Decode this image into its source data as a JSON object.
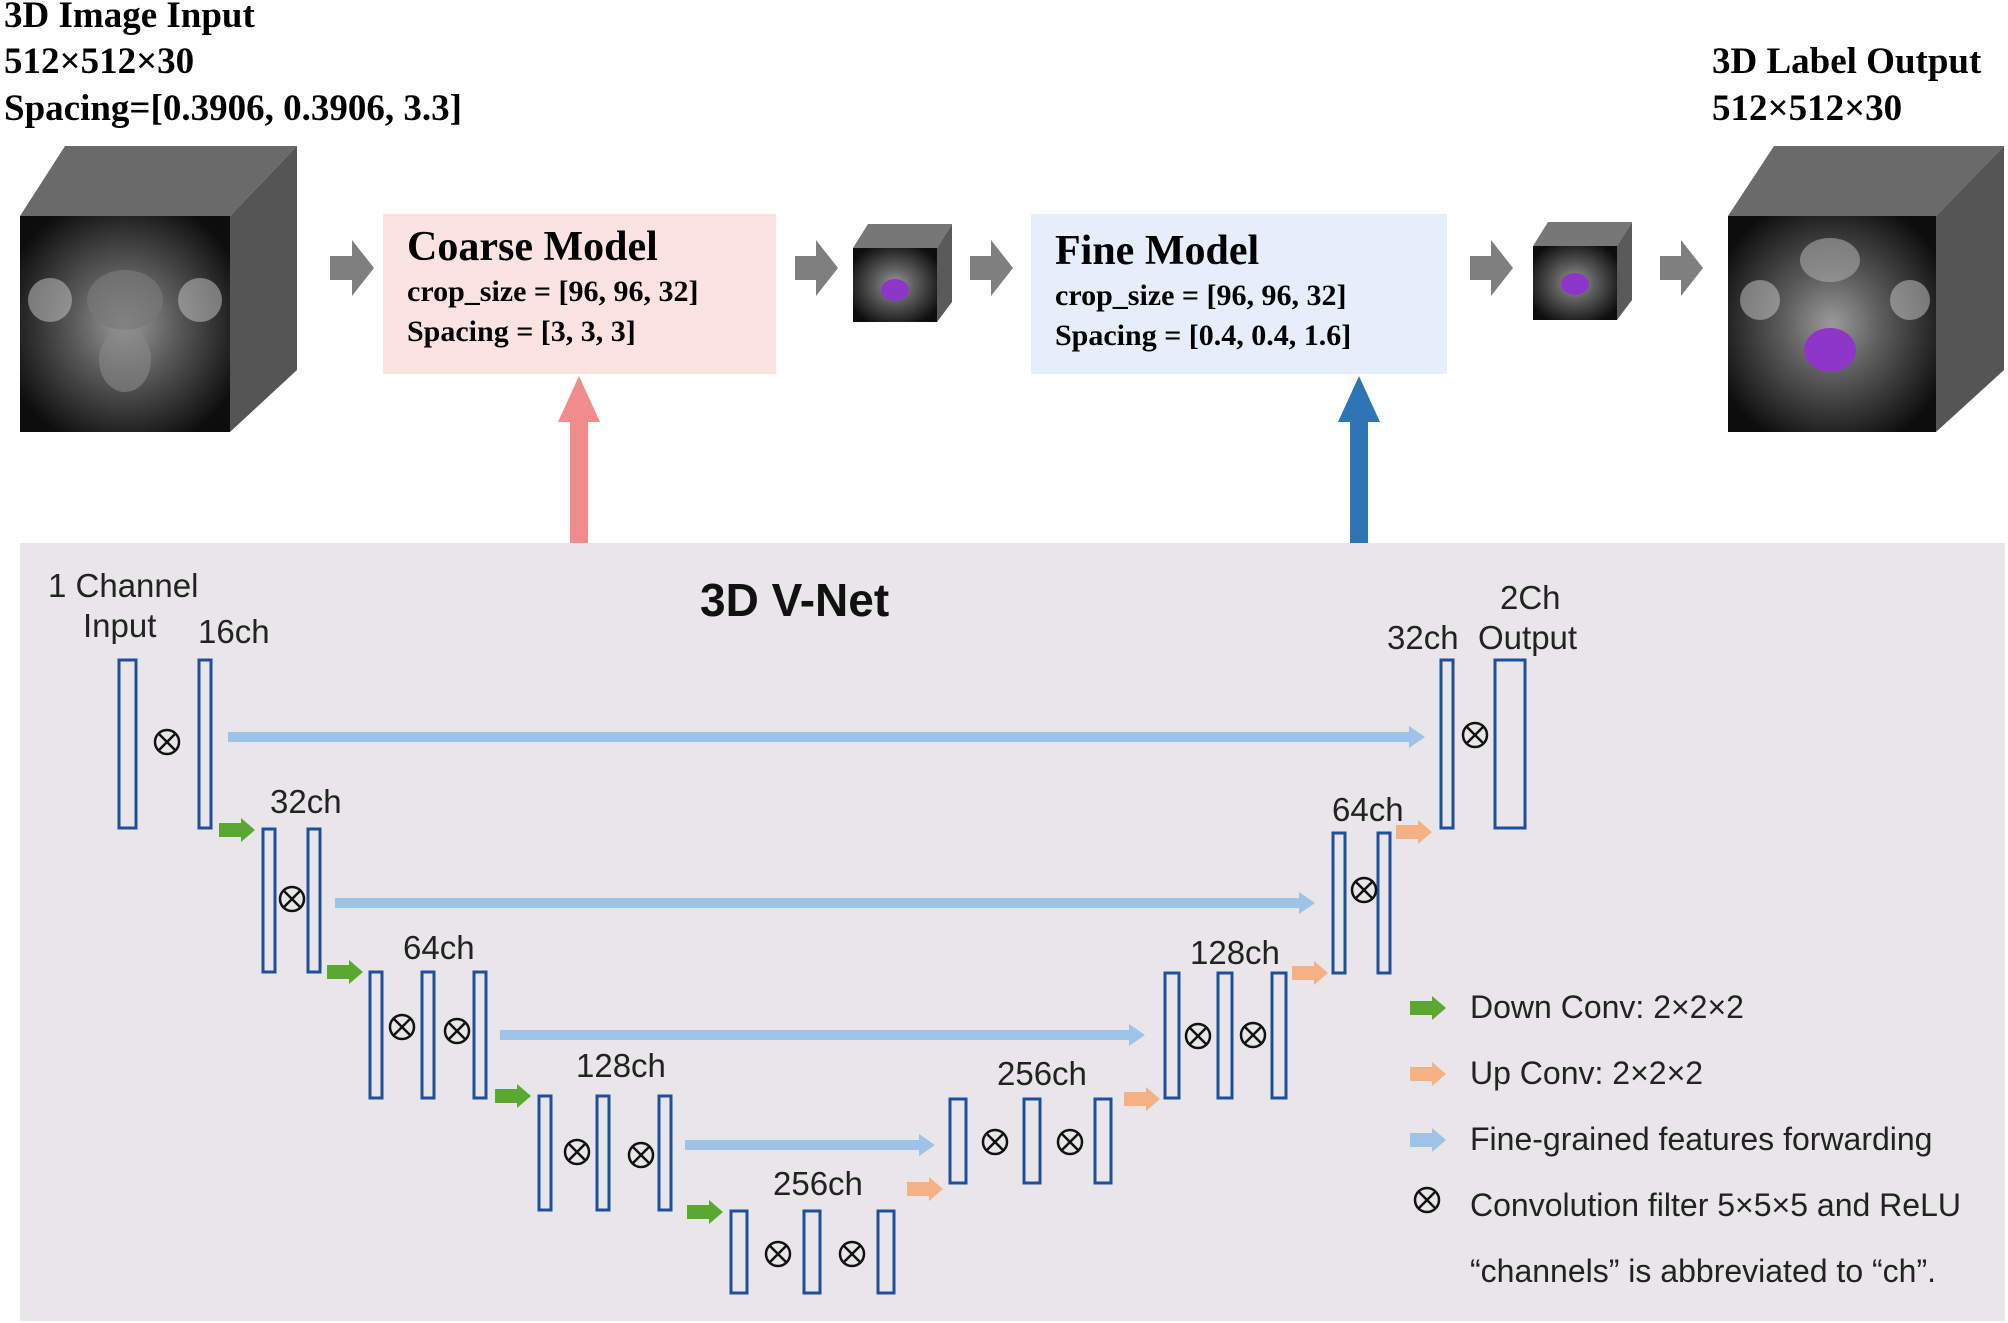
{
  "header": {
    "input_title": "3D Image Input",
    "input_size": "512×512×30",
    "input_spacing": "Spacing=[0.3906, 0.3906, 3.3]",
    "output_title": "3D Label Output",
    "output_size": "512×512×30"
  },
  "coarse_model": {
    "title": "Coarse Model",
    "crop_size": "crop_size = [96, 96, 32]",
    "spacing": "Spacing = [3, 3, 3]",
    "color": "#fbe3e2",
    "arrow_color": "#f08080"
  },
  "fine_model": {
    "title": "Fine Model",
    "crop_size": "crop_size = [96, 96, 32]",
    "spacing": "Spacing = [0.4, 0.4, 1.6]",
    "color": "#e6eef9",
    "arrow_color": "#2e75b6"
  },
  "vnet": {
    "title": "3D V-Net",
    "input_label_line1": "1 Channel",
    "input_label_line2": "Input",
    "output_label_line1": "2Ch",
    "output_label_line2": "Output",
    "channel_labels": {
      "enc1": "16ch",
      "enc2": "32ch",
      "enc3": "64ch",
      "enc4": "128ch",
      "bottom": "256ch",
      "dec4": "256ch",
      "dec3": "128ch",
      "dec2": "64ch",
      "dec1": "32ch"
    },
    "block_color": "#1f4e9c",
    "down_color": "#5aa832",
    "up_color": "#f4b183",
    "skip_color": "#9dc3e6"
  },
  "legend": {
    "down_conv": "Down Conv: 2×2×2",
    "up_conv": "Up Conv: 2×2×2",
    "forwarding": "Fine-grained features forwarding",
    "convolution": "Convolution filter 5×5×5 and ReLU",
    "note": "“channels” is abbreviated to “ch”."
  }
}
